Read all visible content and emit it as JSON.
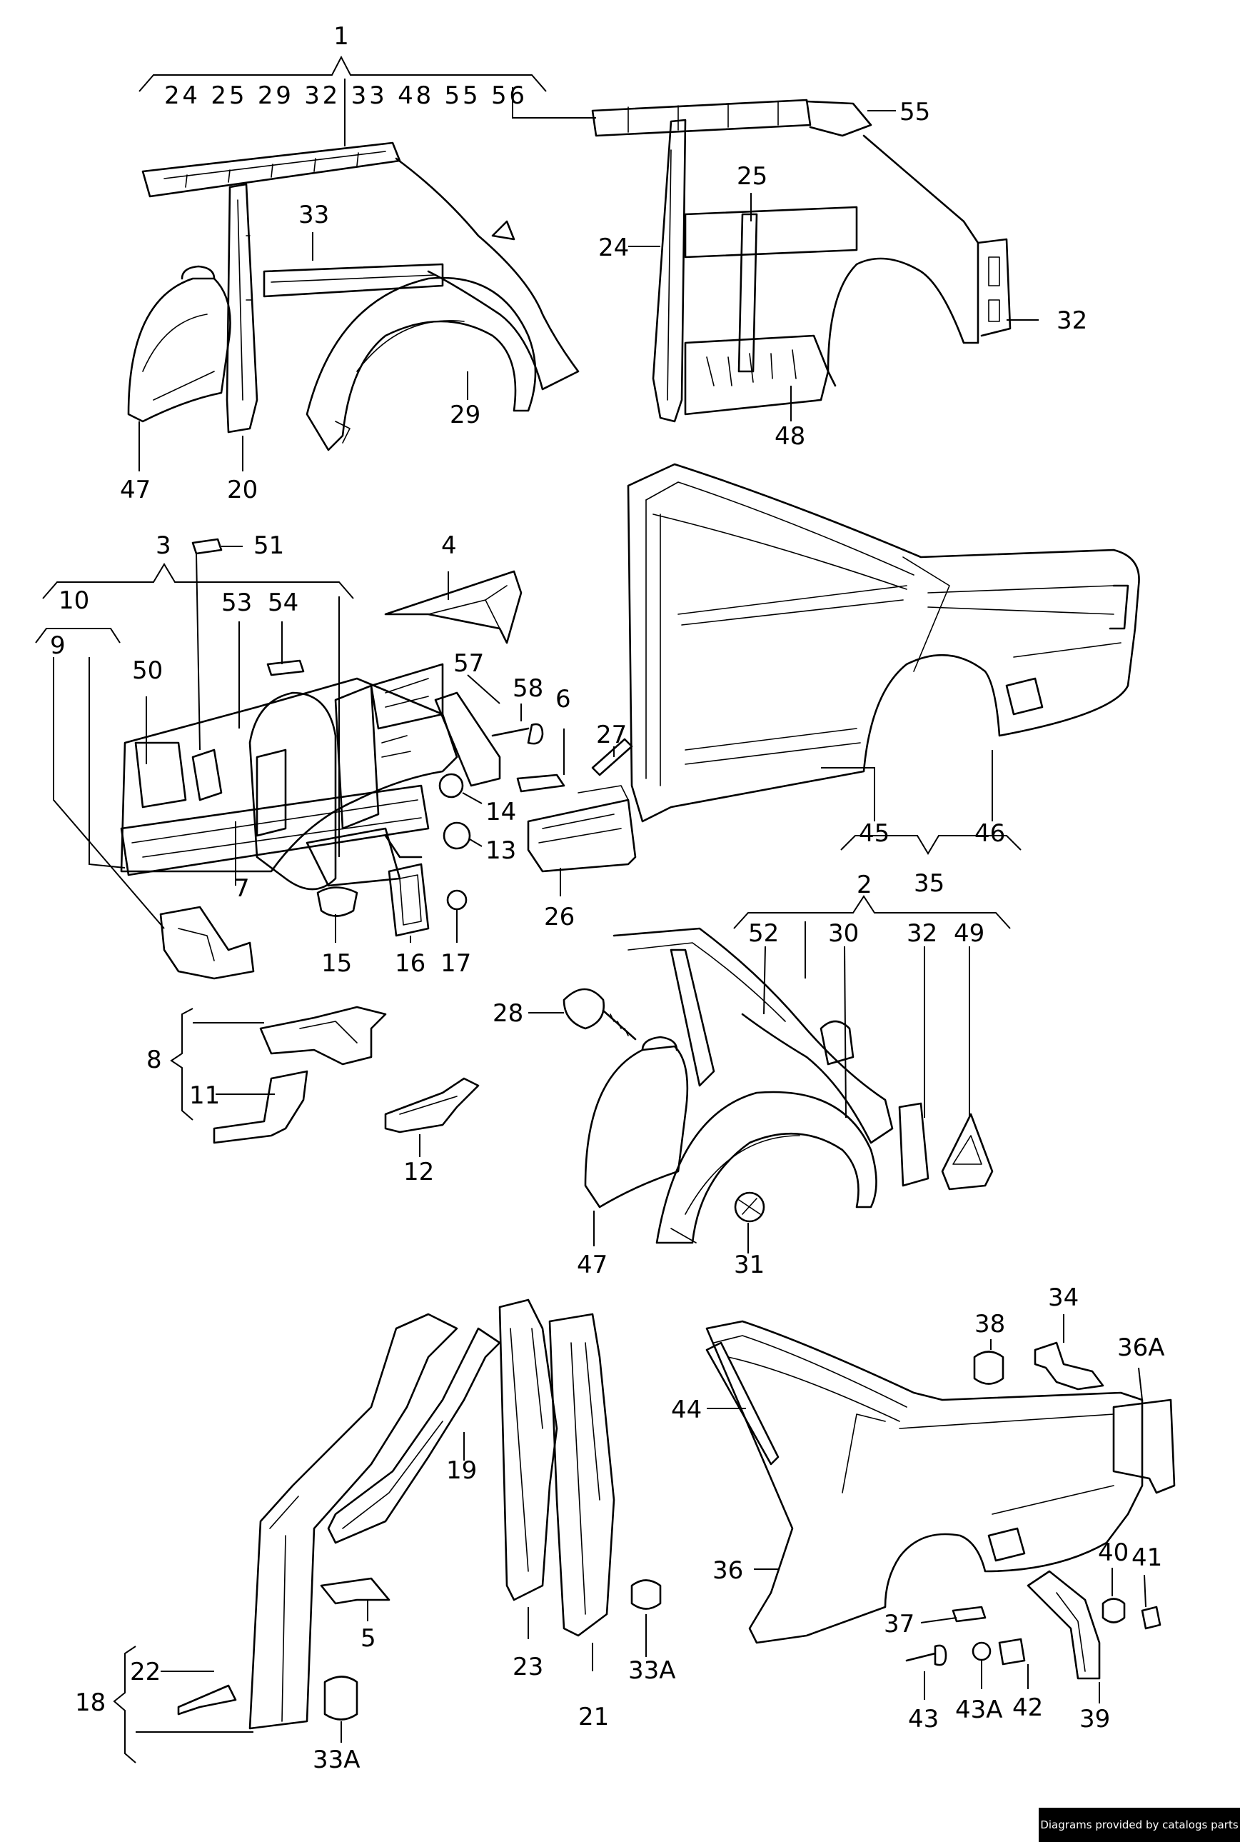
{
  "callouts": {
    "c1": "1",
    "group1_list": "24 25 29 32 33 48 55 56",
    "c33a": "33",
    "c29": "29",
    "c47a": "47",
    "c20": "20",
    "c55": "55",
    "c25": "25",
    "c24": "24",
    "c32a": "32",
    "c48": "48",
    "c3": "3",
    "c51": "51",
    "c10": "10",
    "c9": "9",
    "c53": "53",
    "c54": "54",
    "c4": "4",
    "c50": "50",
    "c57": "57",
    "c58": "58",
    "c6": "6",
    "c27": "27",
    "c14": "14",
    "c13": "13",
    "c7": "7",
    "c15": "15",
    "c16": "16",
    "c17": "17",
    "c26": "26",
    "c45": "45",
    "c46": "46",
    "c35": "35",
    "c2": "2",
    "c52": "52",
    "c30": "30",
    "c32b": "32",
    "c49": "49",
    "c28": "28",
    "c8": "8",
    "c11": "11",
    "c12": "12",
    "c47b": "47",
    "c31": "31",
    "c19": "19",
    "c23": "23",
    "c21": "21",
    "c22": "22",
    "c18": "18",
    "c5": "5",
    "c33a_a": "33A",
    "c33a_b": "33A",
    "c38": "38",
    "c34": "34",
    "c36a": "36A",
    "c44": "44",
    "c36": "36",
    "c40": "40",
    "c41": "41",
    "c37": "37",
    "c43": "43",
    "c43a": "43A",
    "c42": "42",
    "c39": "39"
  },
  "watermark": "Diagrams provided by catalogs parts"
}
